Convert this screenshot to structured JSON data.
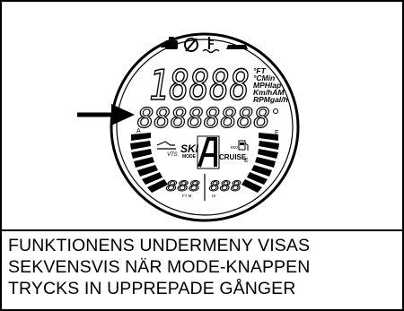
{
  "diagram": {
    "main_digits": "18888",
    "units": [
      "°FT",
      "°CMin",
      "MPHlap",
      "Km/hAM",
      "RPMgal/h"
    ],
    "segment_row": "88888888",
    "ski_label": "SKI",
    "mode_label": "MODE",
    "vts_label": "VTS",
    "cruise_label": "CRUISE",
    "eco_label": "eco",
    "gauge_letters": [
      "A",
      "F",
      "E"
    ],
    "left_small_digits": "888",
    "left_small_unit": "FT M",
    "right_small_digits": "888",
    "right_small_unit": "Hr"
  },
  "caption": {
    "lines": [
      "FUNKTIONENS UNDERMENY VISAS",
      "SEKVENSVIS NÄR MODE-KNAPPEN",
      "TRYCKS IN UPPREPADE GÅNGER"
    ]
  }
}
